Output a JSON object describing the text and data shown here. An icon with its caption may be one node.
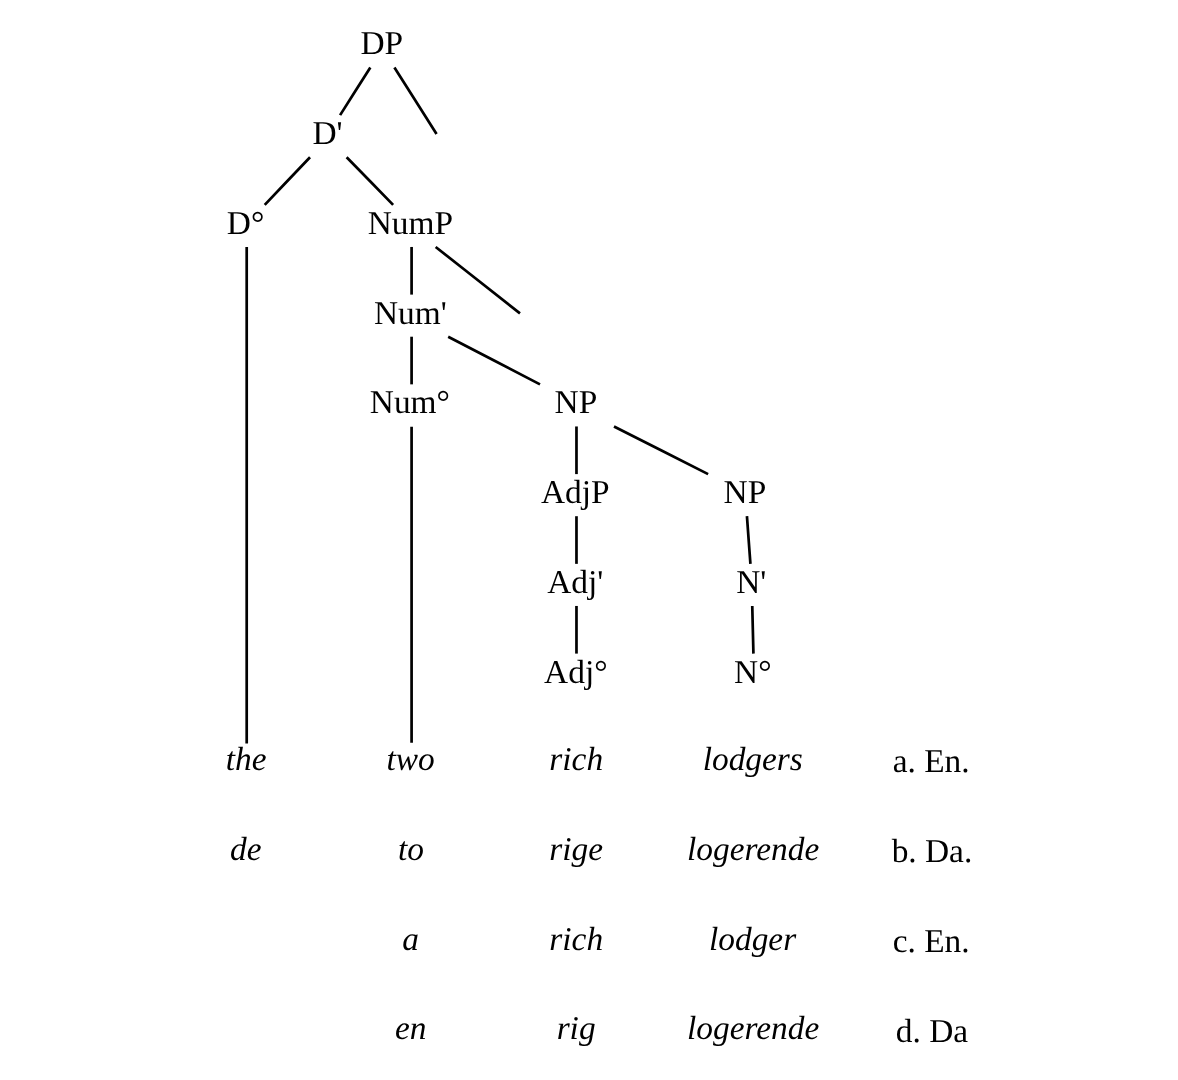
{
  "diagram": {
    "nodes": [
      {
        "text": [
          "DP"
        ]
      },
      {
        "text": [
          "D'"
        ]
      },
      {
        "text": [
          "D°"
        ]
      },
      {
        "text": [
          "NumP"
        ]
      },
      {
        "text": [
          "Num'"
        ]
      },
      {
        "text": [
          "Num°"
        ]
      },
      {
        "text": [
          "NP"
        ]
      },
      {
        "text": [
          "AdjP"
        ]
      },
      {
        "text": [
          "NP"
        ]
      },
      {
        "text": [
          "Adj'"
        ]
      },
      {
        "text": [
          "N'"
        ]
      },
      {
        "text": [
          "Adj°"
        ]
      },
      {
        "text": [
          "N°"
        ]
      },
      {
        "text": [
          "the"
        ]
      },
      {
        "text": [
          "two"
        ]
      }
    ],
    "edges": [
      {
        "from": 0,
        "to": null,
        "arrow": "none"
      },
      {
        "from": 0,
        "to": 1,
        "arrow": "none"
      },
      {
        "from": 1,
        "to": 2,
        "arrow": "none"
      },
      {
        "from": 1,
        "to": 3,
        "arrow": "none"
      },
      {
        "from": 3,
        "to": null,
        "arrow": "none"
      },
      {
        "from": 3,
        "to": 4,
        "arrow": "none"
      },
      {
        "from": 4,
        "to": 5,
        "arrow": "none"
      },
      {
        "from": 4,
        "to": 6,
        "arrow": "none"
      },
      {
        "from": 6,
        "to": 7,
        "arrow": "none"
      },
      {
        "from": 6,
        "to": 8,
        "arrow": "none"
      },
      {
        "from": 7,
        "to": 9,
        "arrow": "none"
      },
      {
        "from": 8,
        "to": 10,
        "arrow": "none"
      },
      {
        "from": 9,
        "to": 11,
        "arrow": "none"
      },
      {
        "from": 10,
        "to": 12,
        "arrow": "none"
      },
      {
        "from": 2,
        "to": 13,
        "arrow": "none"
      },
      {
        "from": 5,
        "to": 14,
        "arrow": "none"
      }
    ],
    "labels": [
      "a. En.",
      "rich",
      "lodgers",
      "b. Da.",
      "de",
      "to",
      "rige",
      "logerende",
      "c. En.",
      "a",
      "rich",
      "lodger",
      "d. Da",
      "en",
      "rig",
      "logerende"
    ]
  }
}
